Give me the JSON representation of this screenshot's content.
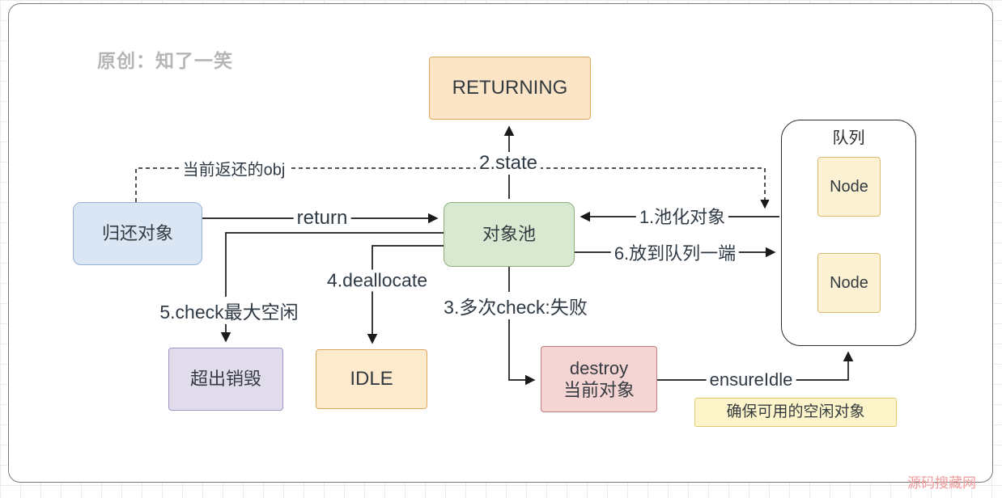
{
  "watermarks": {
    "author": "原创：知了一笑",
    "site": "源码搜藏网"
  },
  "nodes": {
    "returning": {
      "label": "RETURNING"
    },
    "return_obj": {
      "label": "归还对象"
    },
    "pool": {
      "label": "对象池"
    },
    "queue": {
      "label": "队列"
    },
    "node1": {
      "label": "Node"
    },
    "node2": {
      "label": "Node"
    },
    "exceed_destroy": {
      "label": "超出销毁"
    },
    "idle": {
      "label": "IDLE"
    },
    "destroy": {
      "line1": "destroy",
      "line2": "当前对象"
    },
    "ensure_note": {
      "label": "确保可用的空闲对象"
    }
  },
  "edges": {
    "state": "2.state",
    "return": "return",
    "current_obj": "当前返还的obj",
    "pooled": "1.池化对象",
    "enqueue": "6.放到队列一端",
    "deallocate": "4.deallocate",
    "check_max": "5.check最大空闲",
    "check_fail": "3.多次check:失败",
    "ensure_idle": "ensureIdle"
  },
  "colors": {
    "returning_fill": "#fbe5c6",
    "return_obj_fill": "#dbe6f4",
    "pool_fill": "#d9e8d1",
    "node_fill": "#fcf2d3",
    "exceed_fill": "#e1dcec",
    "idle_fill": "#fde9cc",
    "destroy_fill": "#f5d5d3",
    "note_fill": "#fdf5c9",
    "line": "#1a1a1a"
  }
}
